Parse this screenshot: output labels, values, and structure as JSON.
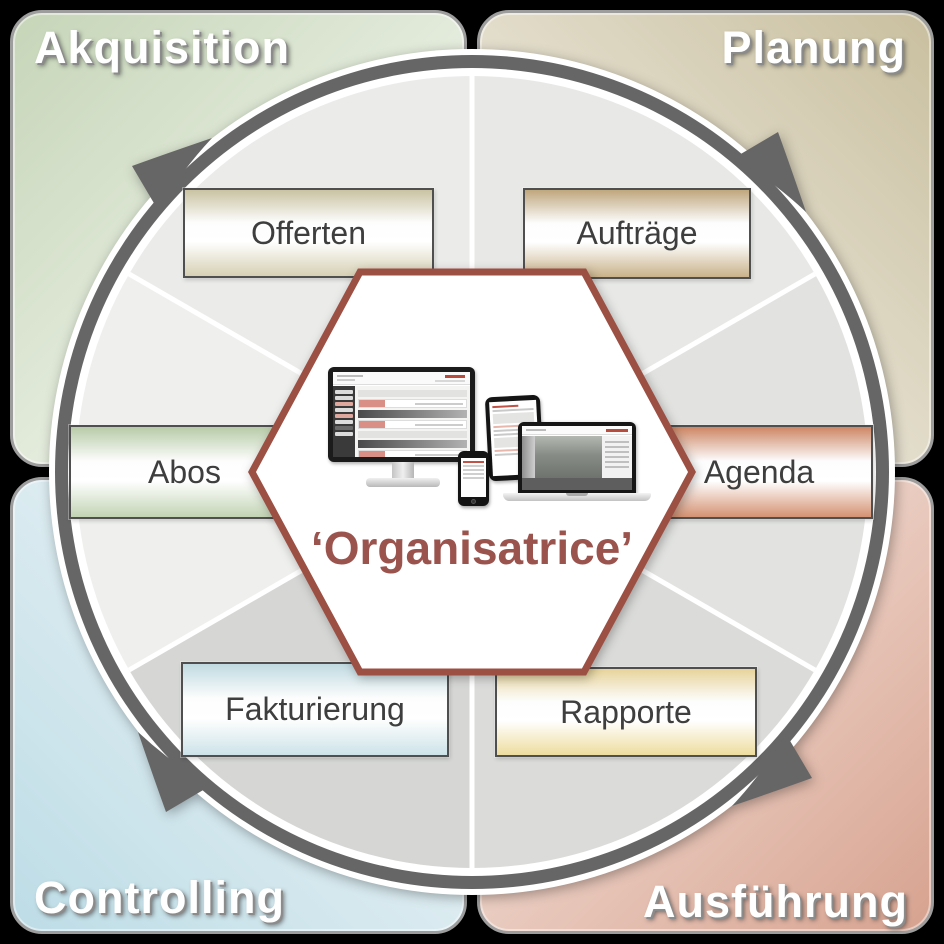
{
  "diagram_title": "‘Organisatrice’",
  "colors": {
    "ring": "#666666",
    "ring_halo": "#ffffff",
    "hex_border": "#9c4f43",
    "center_title": "#9b534e",
    "box_border": "#4f4f4f",
    "box_text": "#3e3e3e"
  },
  "quadrants": [
    {
      "id": "akquisition",
      "label": "Akquisition",
      "color": "#c6d5b8",
      "color_light": "#f3f7ef",
      "position": "top-left"
    },
    {
      "id": "planung",
      "label": "Planung",
      "color": "#c9bf9f",
      "color_light": "#f0ede3",
      "position": "top-right"
    },
    {
      "id": "controlling",
      "label": "Controlling",
      "color": "#bddce6",
      "color_light": "#ecf4f6",
      "position": "bottom-left"
    },
    {
      "id": "ausfuehrung",
      "label": "Ausführung",
      "color": "#d7a28f",
      "color_light": "#f4e3db",
      "position": "bottom-right"
    }
  ],
  "cycle_items": [
    {
      "label": "Offerten",
      "accent_top": "#c9c3a2",
      "accent_bottom": "#d6d0b4",
      "sector_fill": "#ebecea",
      "position": "upper-left"
    },
    {
      "label": "Aufträge",
      "accent_top": "#bfa77d",
      "accent_bottom": "#c9b28a",
      "sector_fill": "#e8e9e7",
      "position": "upper-right"
    },
    {
      "label": "Agenda",
      "accent_top": "#cd8663",
      "accent_bottom": "#d49272",
      "sector_fill": "#e2e3e1",
      "position": "right"
    },
    {
      "label": "Rapporte",
      "accent_top": "#e7d49a",
      "accent_bottom": "#eedd9e",
      "sector_fill": "#dbdcda",
      "position": "lower-right"
    },
    {
      "label": "Fakturierung",
      "accent_top": "#c0dae1",
      "accent_bottom": "#cde3e9",
      "sector_fill": "#d6d7d5",
      "position": "lower-left"
    },
    {
      "label": "Abos",
      "accent_top": "#b7cba7",
      "accent_bottom": "#c2d4b4",
      "sector_fill": "#eff0ee",
      "position": "left"
    }
  ],
  "center": {
    "title": "‘Organisatrice’",
    "mockup_devices": [
      "desktop-monitor",
      "tablet",
      "smartphone",
      "laptop"
    ]
  },
  "rotation": "clockwise"
}
